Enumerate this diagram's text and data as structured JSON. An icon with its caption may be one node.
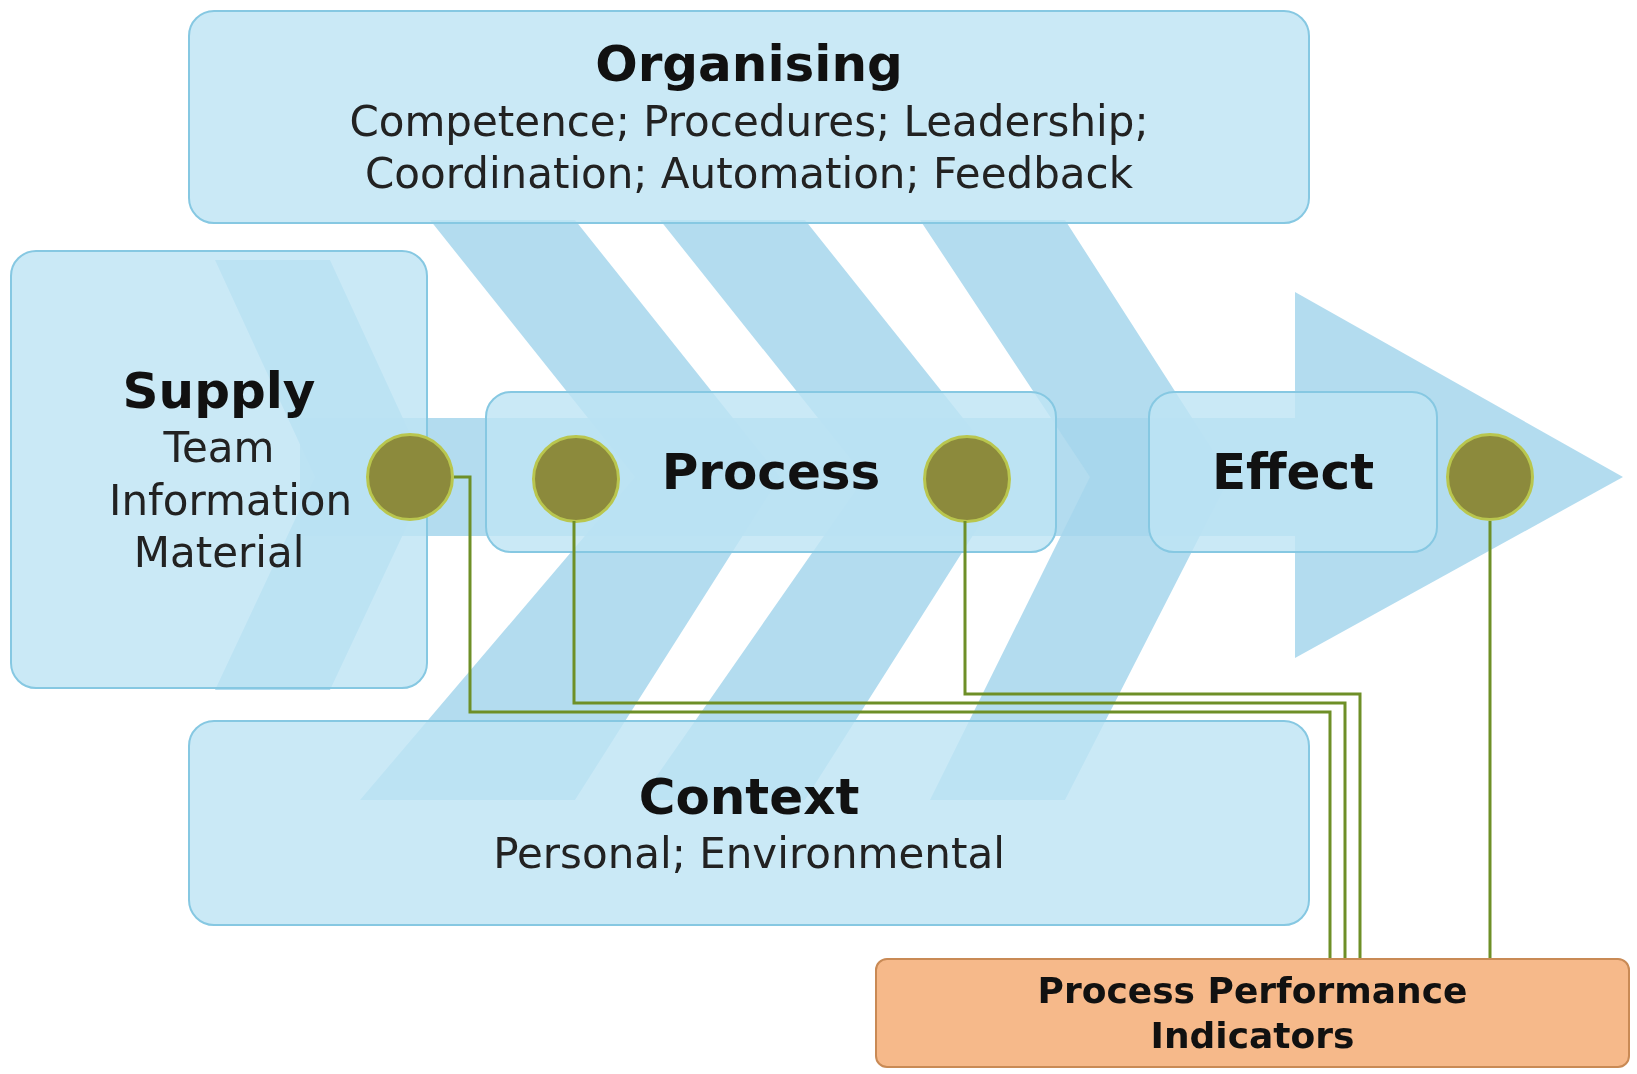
{
  "diagram": {
    "nodes": [
      {
        "text": [
          "Organising",
          "Competence; Procedures; Leadership; Coordination; Automation; Feedback"
        ]
      },
      {
        "text": [
          "Supply",
          "Team Information Material"
        ]
      },
      {
        "text": [
          "Process"
        ]
      },
      {
        "text": [
          "Effect"
        ]
      },
      {
        "text": [
          "Context",
          "Personal; Environmental"
        ]
      },
      {
        "text": [
          "Process Performance Indicators"
        ]
      },
      {
        "text": [],
        "shape": "circle"
      },
      {
        "text": [],
        "shape": "circle",
        "in": 2
      },
      {
        "text": [],
        "shape": "circle",
        "in": 2
      },
      {
        "text": [],
        "shape": "circle"
      }
    ],
    "edges": [
      {
        "from": 5,
        "to": 6,
        "arrow": "none"
      },
      {
        "from": 5,
        "to": 7,
        "arrow": "none"
      },
      {
        "from": 5,
        "to": 8,
        "arrow": "none"
      },
      {
        "from": 5,
        "to": 9,
        "arrow": "none"
      }
    ]
  }
}
